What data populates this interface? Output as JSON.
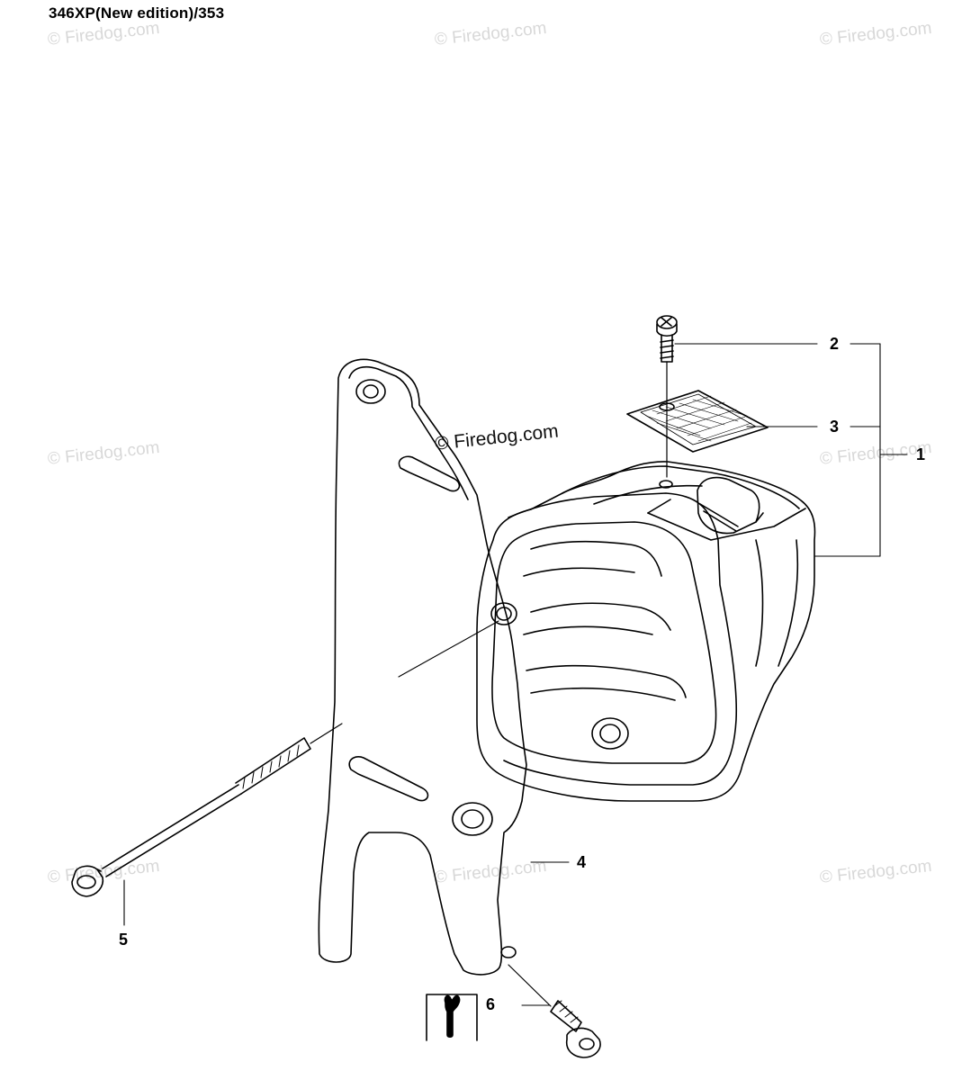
{
  "title": "346XP(New edition)/353",
  "watermark": "© Firedog.com",
  "callouts": {
    "c1": "1",
    "c2": "2",
    "c3": "3",
    "c4": "4",
    "c5": "5",
    "c6": "6"
  },
  "icons": {
    "tool_box": "wrench-icon"
  }
}
